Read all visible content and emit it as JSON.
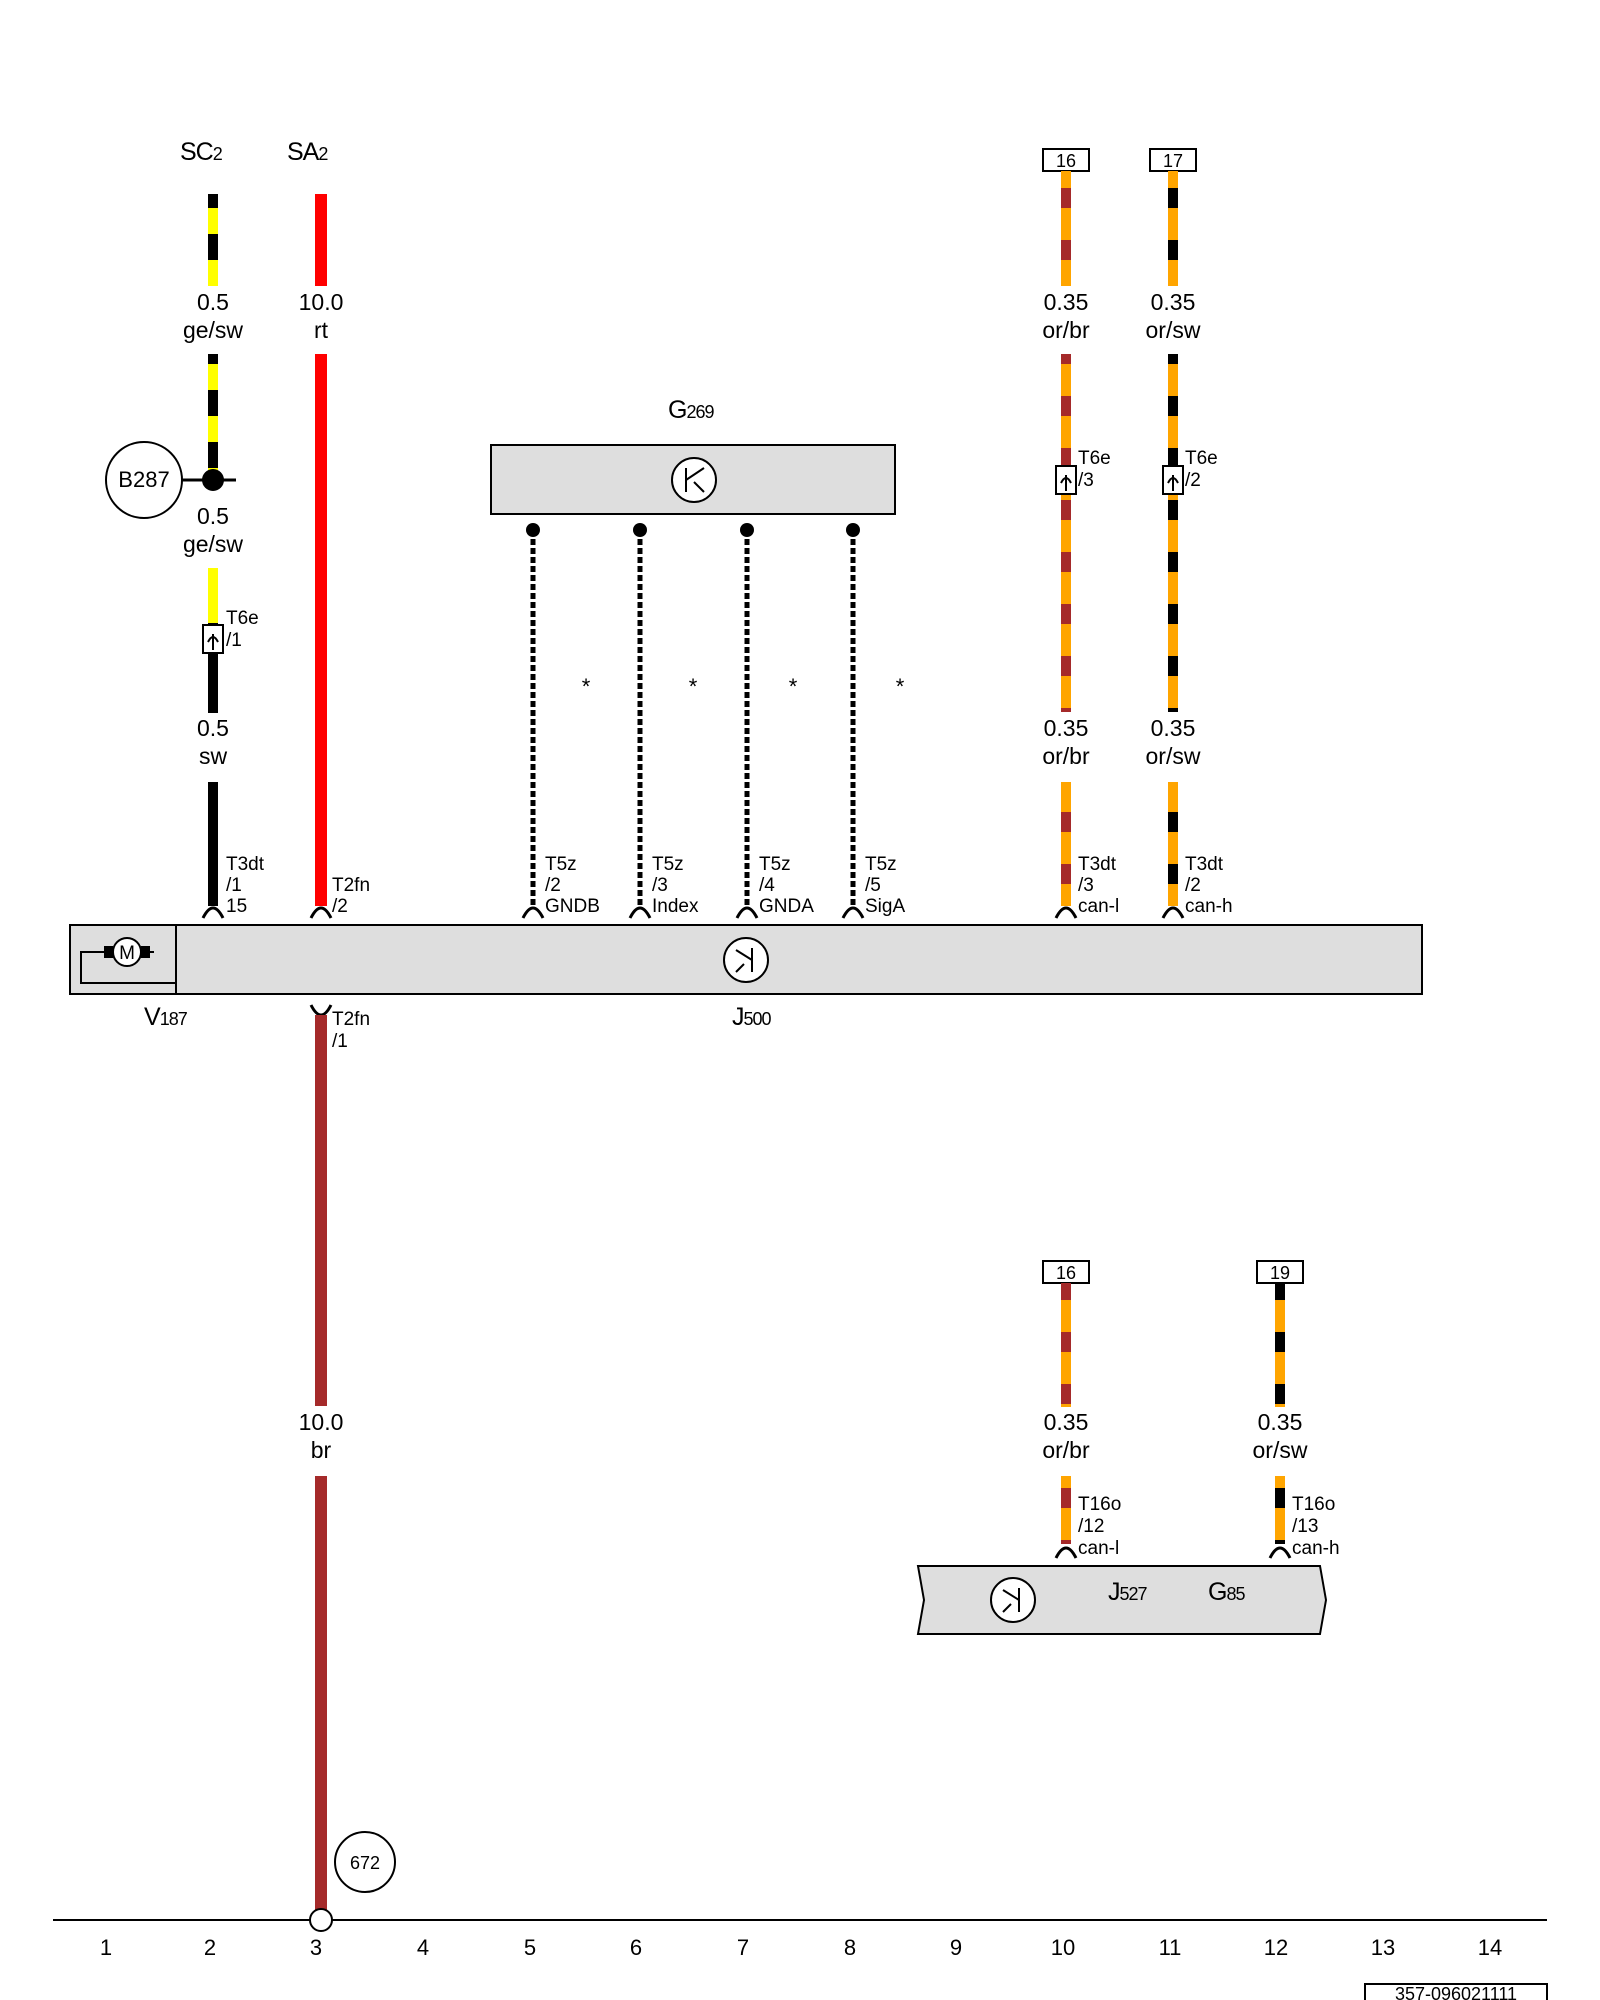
{
  "top_labels": {
    "sc": "SC",
    "sc_sub": "2",
    "sa": "SA",
    "sa_sub": "2"
  },
  "refs": {
    "r16a": "16",
    "r17": "17",
    "r16b": "16",
    "r19": "19"
  },
  "wire_labels": {
    "w2a_size": "0.5",
    "w2a_color": "ge/sw",
    "w2b_size": "0.5",
    "w2b_color": "ge/sw",
    "w2c_size": "0.5",
    "w2c_color": "sw",
    "w3a_size": "10.0",
    "w3a_color": "rt",
    "w3b_size": "10.0",
    "w3b_color": "br",
    "w10a_size": "0.35",
    "w10a_color": "or/br",
    "w10b_size": "0.35",
    "w10b_color": "or/br",
    "w10c_size": "0.35",
    "w10c_color": "or/br",
    "w11a_size": "0.35",
    "w11a_color": "or/sw",
    "w11b_size": "0.35",
    "w11b_color": "or/sw",
    "w12_size": "0.35",
    "w12_color": "or/sw"
  },
  "components": {
    "b287": "B287",
    "g269": "G",
    "g269_sub": "269",
    "v187": "V",
    "v187_sub": "187",
    "motor": "M",
    "j500": "J",
    "j500_sub": "500",
    "j527": "J",
    "j527_sub": "527",
    "g85": "G",
    "g85_sub": "85",
    "c672": "672"
  },
  "connectors": {
    "t6e1_a": "T6e",
    "t6e1_b": "/1",
    "t6e3_a": "T6e",
    "t6e3_b": "/3",
    "t6e2_a": "T6e",
    "t6e2_b": "/2",
    "t3dt1_a": "T3dt",
    "t3dt1_b": "/1",
    "t3dt1_c": "15",
    "t2fn2_a": "T2fn",
    "t2fn2_b": "/2",
    "t5z2_a": "T5z",
    "t5z2_b": "/2",
    "t5z2_c": "GNDB",
    "t5z3_a": "T5z",
    "t5z3_b": "/3",
    "t5z3_c": "Index",
    "t5z4_a": "T5z",
    "t5z4_b": "/4",
    "t5z4_c": "GNDA",
    "t5z5_a": "T5z",
    "t5z5_b": "/5",
    "t5z5_c": "SigA",
    "t3dt3_a": "T3dt",
    "t3dt3_b": "/3",
    "t3dt3_c": "can-l",
    "t3dt2_a": "T3dt",
    "t3dt2_b": "/2",
    "t3dt2_c": "can-h",
    "t2fn1_a": "T2fn",
    "t2fn1_b": "/1",
    "t16o12_a": "T16o",
    "t16o12_b": "/12",
    "t16o12_c": "can-l",
    "t16o13_a": "T16o",
    "t16o13_b": "/13",
    "t16o13_c": "can-h"
  },
  "stars": [
    "*",
    "*",
    "*",
    "*"
  ],
  "grid_numbers": [
    "1",
    "2",
    "3",
    "4",
    "5",
    "6",
    "7",
    "8",
    "9",
    "10",
    "11",
    "12",
    "13",
    "14"
  ],
  "doc_number": "357-096021111",
  "colors": {
    "yellow": "#ffff00",
    "black": "#000000",
    "red": "#ff0000",
    "orange": "#ffa500",
    "brown": "#a52a2a",
    "box_fill": "#dedede"
  }
}
